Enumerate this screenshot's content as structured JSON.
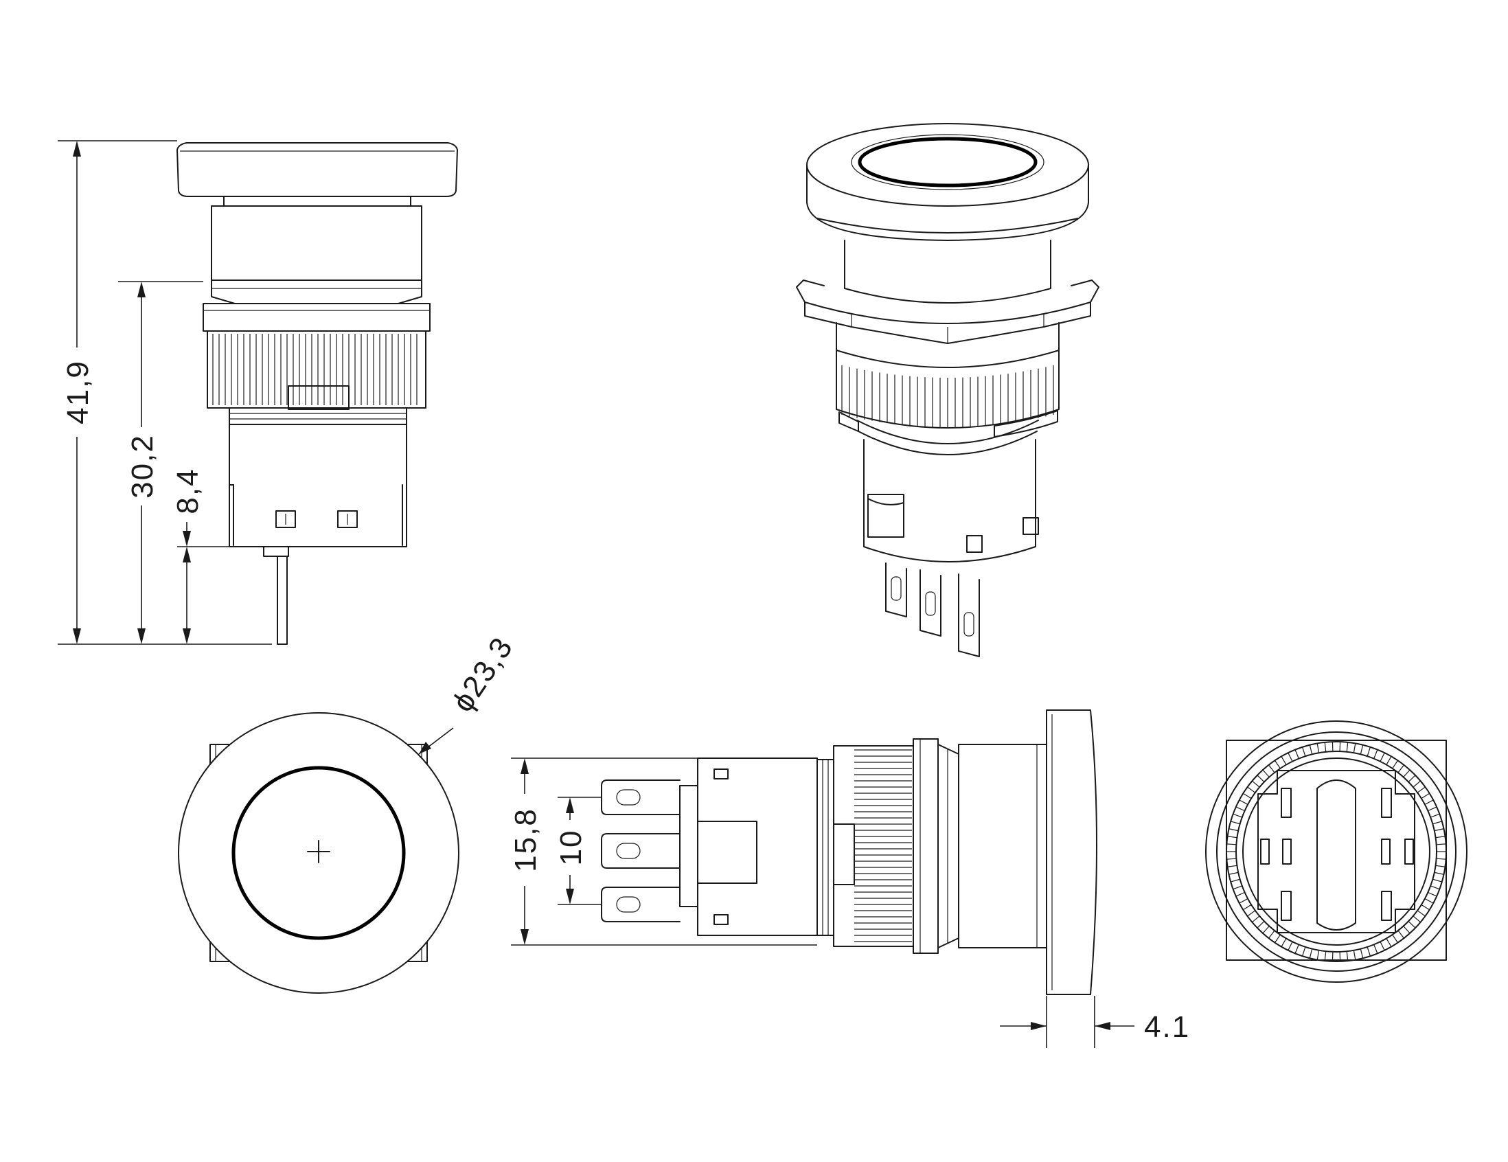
{
  "dimensions": {
    "overall_height": "41,9",
    "body_height": "30,2",
    "terminal_length": "8,4",
    "cap_diameter": "ϕ23,3",
    "body_width": "15,8",
    "terminal_pitch": "10",
    "cap_thickness": "4.1"
  },
  "colors": {
    "line": "#1a1a1a",
    "background": "#ffffff"
  }
}
